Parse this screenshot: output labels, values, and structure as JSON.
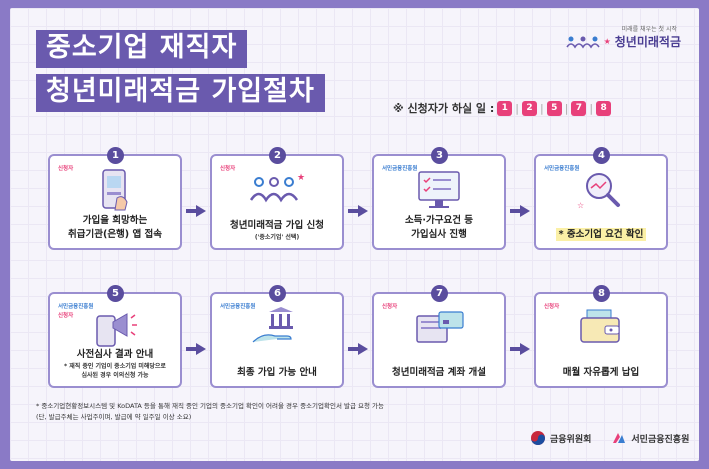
{
  "title": {
    "line1": "중소기업 재직자",
    "line2": "청년미래적금 가입절차"
  },
  "logo": {
    "sub": "미래를 채우는 첫 시작",
    "main": "청년미래적금"
  },
  "note": {
    "text": "※ 신청자가 하실 일 :",
    "steps": [
      "1",
      "2",
      "5",
      "7",
      "8"
    ]
  },
  "steps": [
    {
      "num": "1",
      "tags": [
        {
          "text": "신청자",
          "color": "pink"
        }
      ],
      "line1": "가입을 희망하는",
      "line2": "취급기관(은행) 앱 접속",
      "icon": "mobile-app-icon"
    },
    {
      "num": "2",
      "tags": [
        {
          "text": "신청자",
          "color": "pink"
        }
      ],
      "line1": "청년미래적금 가입 신청",
      "small": "('중소기업' 선택)",
      "icon": "people-icon"
    },
    {
      "num": "3",
      "tags": [
        {
          "text": "서민금융진흥원",
          "color": "blue"
        }
      ],
      "line1": "소득·가구요건 등",
      "line2": "가입심사 진행",
      "icon": "monitor-checklist-icon"
    },
    {
      "num": "4",
      "tags": [
        {
          "text": "서민금융진흥원",
          "color": "blue"
        }
      ],
      "line1": "* 중소기업 요건 확인",
      "icon": "magnifier-icon"
    },
    {
      "num": "5",
      "tags": [
        {
          "text": "서민금융진흥원",
          "color": "blue"
        },
        {
          "text": "신청자",
          "color": "pink"
        }
      ],
      "line1": "사전심사 결과 안내",
      "small1": "* 재직 중인 기업이 중소기업 미해당으로",
      "small2": "심사된 경우 이의신청 가능",
      "icon": "megaphone-phone-icon"
    },
    {
      "num": "6",
      "tags": [
        {
          "text": "서민금융진흥원",
          "color": "blue"
        }
      ],
      "line1": "최종 가입 가능 안내",
      "icon": "bank-hand-icon"
    },
    {
      "num": "7",
      "tags": [
        {
          "text": "신청자",
          "color": "pink"
        }
      ],
      "line1": "청년미래적금 계좌 개설",
      "icon": "bankbook-icon"
    },
    {
      "num": "8",
      "tags": [
        {
          "text": "신청자",
          "color": "pink"
        }
      ],
      "line1": "매월 자유롭게 납입",
      "icon": "wallet-icon"
    }
  ],
  "footnote": {
    "line1": "* 중소기업현황정보시스템 및 KoDATA 등을 통해 재직 중인 기업의 중소기업 확인이 어려울 경우 중소기업확인서 발급 요청 가능",
    "line2": "(단, 발급주체는 사업주이며, 발급에 약 일주일 이상 소요)"
  },
  "org_logos": {
    "fsc": "금융위원회",
    "kinfa": "서민금융진흥원"
  },
  "colors": {
    "primary": "#6a5aae",
    "accent_pink": "#e8407a",
    "accent_blue": "#3a7dd0",
    "border": "#9a8ed0"
  }
}
